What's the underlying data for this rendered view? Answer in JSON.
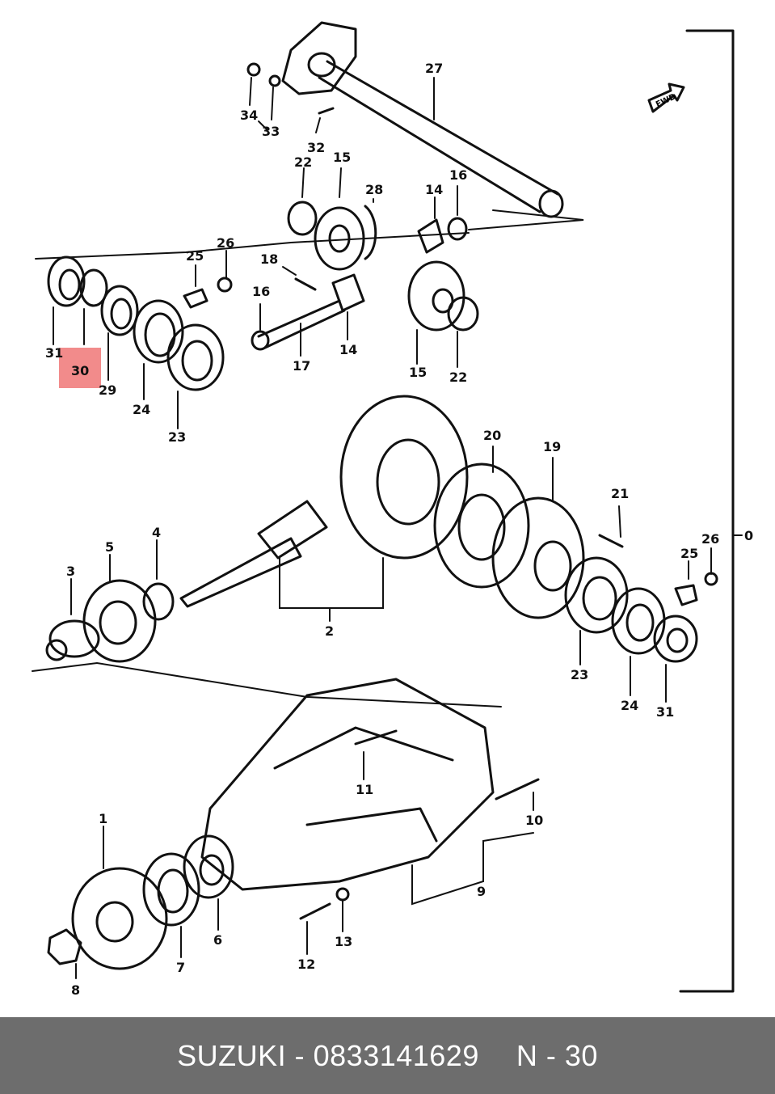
{
  "diagram": {
    "highlight_color": "#f28b8b",
    "highlighted_part": "30",
    "fwd_label": "FWD",
    "assembly_label": "0",
    "labels": {
      "p1": "1",
      "p2": "2",
      "p3": "3",
      "p4": "4",
      "p5": "5",
      "p6": "6",
      "p7": "7",
      "p8": "8",
      "p9": "9",
      "p10": "10",
      "p11": "11",
      "p12": "12",
      "p13": "13",
      "p14a": "14",
      "p14b": "14",
      "p15a": "15",
      "p15b": "15",
      "p16a": "16",
      "p16b": "16",
      "p17": "17",
      "p18": "18",
      "p19": "19",
      "p20": "20",
      "p21": "21",
      "p22a": "22",
      "p22b": "22",
      "p23a": "23",
      "p23b": "23",
      "p24a": "24",
      "p24b": "24",
      "p25a": "25",
      "p25b": "25",
      "p26a": "26",
      "p26b": "26",
      "p27": "27",
      "p28": "28",
      "p29": "29",
      "p30": "30",
      "p31a": "31",
      "p31b": "31",
      "p32": "32",
      "p33": "33",
      "p34": "34"
    }
  },
  "footer": {
    "brand": "SUZUKI",
    "separator": "-",
    "part_number": "0833141629",
    "ref_prefix": "N",
    "ref_separator": "-",
    "ref_number": "30"
  }
}
